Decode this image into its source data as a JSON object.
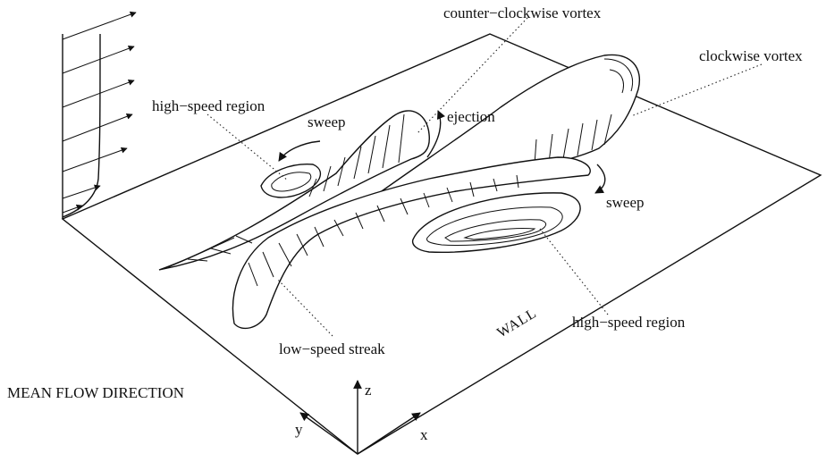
{
  "labels": {
    "counter_clockwise_vortex": "counter−clockwise vortex",
    "clockwise_vortex": "clockwise vortex",
    "high_speed_region_left": "high−speed region",
    "sweep_left": "sweep",
    "ejection": "ejection",
    "sweep_right": "sweep",
    "high_speed_region_right": "high−speed region",
    "low_speed_streak": "low−speed streak",
    "wall": "WALL",
    "mean_flow_direction": "MEAN FLOW DIRECTION"
  },
  "axes": {
    "x": "x",
    "y": "y",
    "z": "z"
  },
  "colors": {
    "ink": "#111111",
    "background": "#ffffff"
  }
}
